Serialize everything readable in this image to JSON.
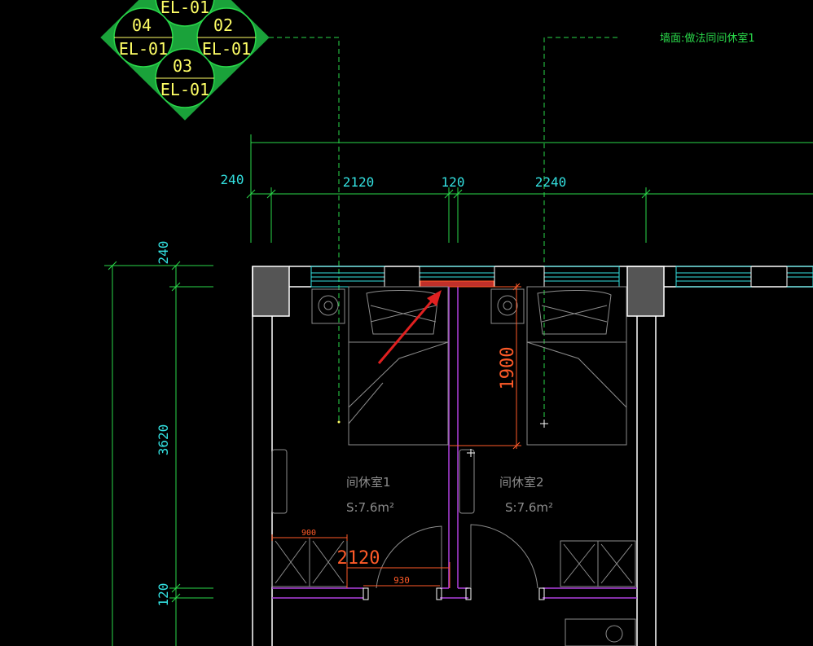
{
  "drawing": {
    "wall_note": "墙面:做法同间休室1",
    "tag": {
      "items": [
        {
          "num": "04",
          "code": "EL-01"
        },
        {
          "num": "02",
          "code": "EL-01"
        },
        {
          "num": "03",
          "code": "EL-01"
        }
      ],
      "top_code": "EL-01"
    },
    "dims_horizontal": [
      "240",
      "2120",
      "120",
      "2240"
    ],
    "dims_vertical": [
      "240",
      "3620",
      "120"
    ],
    "dims_red": [
      "1900",
      "2120",
      "900",
      "930"
    ],
    "rooms": [
      {
        "name": "间休室1",
        "area": "S:7.6m²"
      },
      {
        "name": "间休室2",
        "area": "S:7.6m²"
      }
    ]
  }
}
